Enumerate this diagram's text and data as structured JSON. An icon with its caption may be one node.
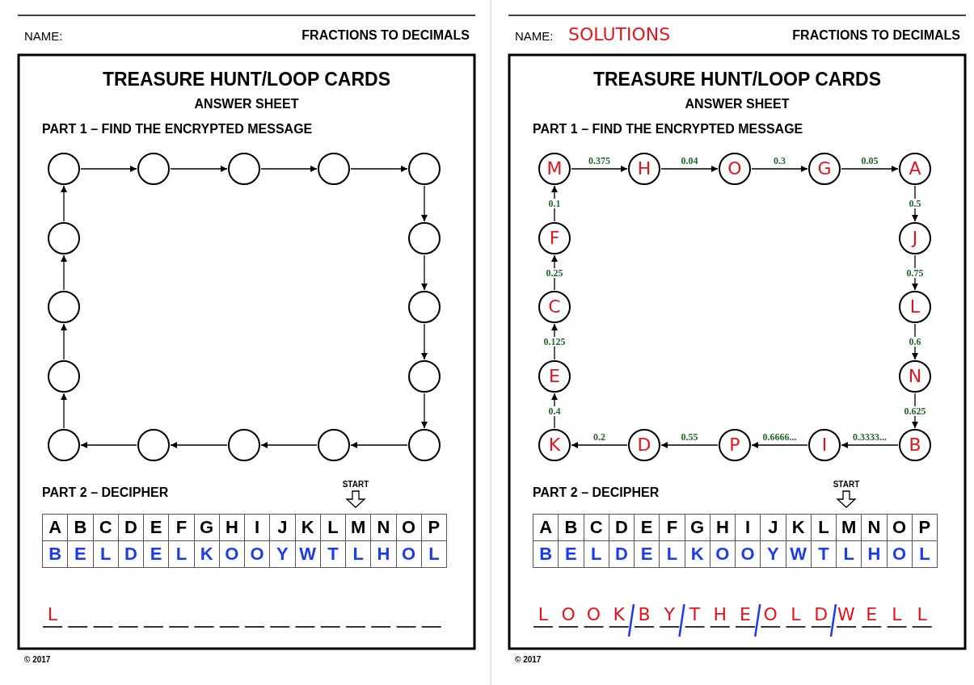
{
  "diagram": {
    "nodes": [
      {
        "text": [],
        "shape": "circle"
      },
      {
        "text": [],
        "shape": "circle"
      },
      {
        "text": [],
        "shape": "circle"
      },
      {
        "text": [],
        "shape": "circle"
      },
      {
        "text": [],
        "shape": "circle"
      },
      {
        "text": [],
        "shape": "circle"
      },
      {
        "text": [],
        "shape": "circle"
      },
      {
        "text": [],
        "shape": "circle"
      },
      {
        "text": [],
        "shape": "circle"
      },
      {
        "text": [],
        "shape": "circle"
      },
      {
        "text": [],
        "shape": "circle"
      },
      {
        "text": [],
        "shape": "circle"
      },
      {
        "text": [],
        "shape": "circle"
      },
      {
        "text": [],
        "shape": "circle"
      },
      {
        "text": [],
        "shape": "circle"
      },
      {
        "text": [],
        "shape": "circle"
      },
      {
        "text": [
          "M"
        ]
      },
      {
        "text": [
          "H"
        ]
      },
      {
        "text": [
          "O"
        ]
      },
      {
        "text": [
          "G"
        ]
      },
      {
        "text": [
          "A"
        ]
      },
      {
        "text": [
          "F"
        ]
      },
      {
        "text": [
          "J"
        ]
      },
      {
        "text": [
          "C"
        ]
      },
      {
        "text": [
          "L"
        ]
      },
      {
        "text": [
          "E"
        ]
      },
      {
        "text": [
          "N"
        ]
      },
      {
        "text": [
          "K"
        ]
      },
      {
        "text": [
          "D"
        ]
      },
      {
        "text": [
          "P"
        ]
      },
      {
        "text": [
          "I"
        ]
      },
      {
        "text": [
          "B"
        ]
      }
    ],
    "edges": [
      {
        "from": 0,
        "to": 1,
        "arrow": "to"
      },
      {
        "from": 1,
        "to": 2,
        "arrow": "to"
      },
      {
        "from": 2,
        "to": 3,
        "arrow": "to"
      },
      {
        "from": 3,
        "to": 4,
        "arrow": "to"
      },
      {
        "from": 4,
        "to": 6,
        "arrow": "to"
      },
      {
        "from": 6,
        "to": 8,
        "arrow": "to"
      },
      {
        "from": 8,
        "to": 10,
        "arrow": "to"
      },
      {
        "from": 10,
        "to": 15,
        "arrow": "to"
      },
      {
        "from": 15,
        "to": 14,
        "arrow": "to"
      },
      {
        "from": 14,
        "to": 13,
        "arrow": "to"
      },
      {
        "from": 13,
        "to": 12,
        "arrow": "to"
      },
      {
        "from": 12,
        "to": 11,
        "arrow": "to"
      },
      {
        "from": 11,
        "to": 9,
        "arrow": "to"
      },
      {
        "from": 9,
        "to": 7,
        "arrow": "to"
      },
      {
        "from": 7,
        "to": 5,
        "arrow": "to"
      },
      {
        "from": 5,
        "to": 0,
        "arrow": "to"
      },
      {
        "from": 16,
        "to": 17,
        "arrow": "to",
        "label": "0.375"
      },
      {
        "from": 17,
        "to": 18,
        "arrow": "to",
        "label": "0.04"
      },
      {
        "from": 18,
        "to": 19,
        "arrow": "to",
        "label": "0.3"
      },
      {
        "from": 19,
        "to": 20,
        "arrow": "to",
        "label": "0.05"
      },
      {
        "from": 20,
        "to": 22,
        "arrow": "to",
        "label": "0.5"
      },
      {
        "from": 22,
        "to": 24,
        "arrow": "to",
        "label": "0.75"
      },
      {
        "from": 24,
        "to": 26,
        "arrow": "to",
        "label": "0.6"
      },
      {
        "from": 26,
        "to": 31,
        "arrow": "to",
        "label": "0.625"
      },
      {
        "from": 31,
        "to": 30,
        "arrow": "to",
        "label": "0.3333..."
      },
      {
        "from": 30,
        "to": 29,
        "arrow": "to",
        "label": "0.6666..."
      },
      {
        "from": 29,
        "to": 28,
        "arrow": "to",
        "label": "0.55"
      },
      {
        "from": 28,
        "to": 27,
        "arrow": "to",
        "label": "0.2"
      },
      {
        "from": 27,
        "to": 25,
        "arrow": "to",
        "label": "0.4"
      },
      {
        "from": 25,
        "to": 23,
        "arrow": "to",
        "label": "0.125"
      },
      {
        "from": 23,
        "to": 21,
        "arrow": "to",
        "label": "0.25"
      },
      {
        "from": 21,
        "to": 16,
        "arrow": "to",
        "label": "0.1"
      }
    ],
    "labels": [
      "NAME:",
      "FRACTIONS TO DECIMALS",
      "TREASURE HUNT/LOOP CARDS",
      "ANSWER SHEET",
      "PART 1 – FIND THE ENCRYPTED MESSAGE",
      "PART 2 – DECIPHER",
      "START",
      "A",
      "B",
      "C",
      "D",
      "E",
      "F",
      "G",
      "H",
      "I",
      "J",
      "K",
      "L",
      "M",
      "N",
      "O",
      "P",
      "B",
      "E",
      "L",
      "D",
      "E",
      "L",
      "K",
      "O",
      "O",
      "Y",
      "W",
      "T",
      "L",
      "H",
      "O",
      "L",
      "L",
      "© 2017",
      "NAME:",
      "SOLUTIONS",
      "FRACTIONS TO DECIMALS",
      "TREASURE HUNT/LOOP CARDS",
      "ANSWER SHEET",
      "PART 1 – FIND THE ENCRYPTED MESSAGE",
      "PART 2 – DECIPHER",
      "START",
      "A",
      "B",
      "C",
      "D",
      "E",
      "F",
      "G",
      "H",
      "I",
      "J",
      "K",
      "L",
      "M",
      "N",
      "O",
      "P",
      "B",
      "E",
      "L",
      "D",
      "E",
      "L",
      "K",
      "O",
      "O",
      "Y",
      "W",
      "T",
      "L",
      "H",
      "O",
      "L",
      "L",
      "O",
      "O",
      "K",
      "B",
      "Y",
      "T",
      "H",
      "E",
      "O",
      "L",
      "D",
      "W",
      "E",
      "L",
      "L",
      "© 2017"
    ]
  }
}
